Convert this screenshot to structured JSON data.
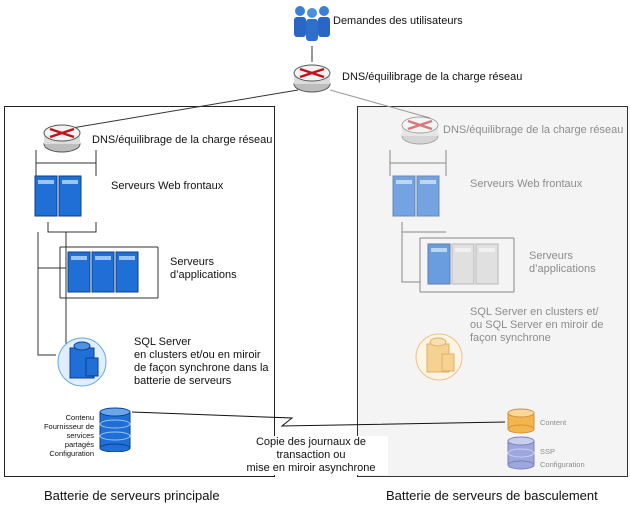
{
  "top": {
    "users_label": "Demandes des utilisateurs",
    "dns_label": "DNS/équilibrage de la charge réseau"
  },
  "primary": {
    "dns_label": "DNS/équilibrage de la charge réseau",
    "web_label": "Serveurs Web frontaux",
    "app_label": "Serveurs\nd’applications",
    "sql_label": "SQL Server\n en clusters et/ou en miroir\nde façon synchrone dans la\nbatterie de serveurs",
    "db_label": "Contenu\nFournisseur de\nservices partagés\nConfiguration",
    "caption": "Batterie de serveurs principale"
  },
  "failover": {
    "dns_label": "DNS/équilibrage de la charge réseau",
    "web_label": "Serveurs Web frontaux",
    "app_label": "Serveurs\nd’applications",
    "sql_label": "SQL Server en clusters et/\nou SQL Server en miroir de\nfaçon synchrone",
    "db_content_label": "Content",
    "db_ssp_label": "SSP",
    "db_config_label": "Configuration",
    "caption": "Batterie de serveurs de basculement"
  },
  "link": {
    "label": "Copie des journaux de\ntransaction ou\nmise en miroir asynchrone"
  },
  "colors": {
    "server_blue": "#1f6fd6",
    "router_red": "#c0141c",
    "faded_gray": "#a6a6a6",
    "faded_orange": "#f0b060"
  }
}
